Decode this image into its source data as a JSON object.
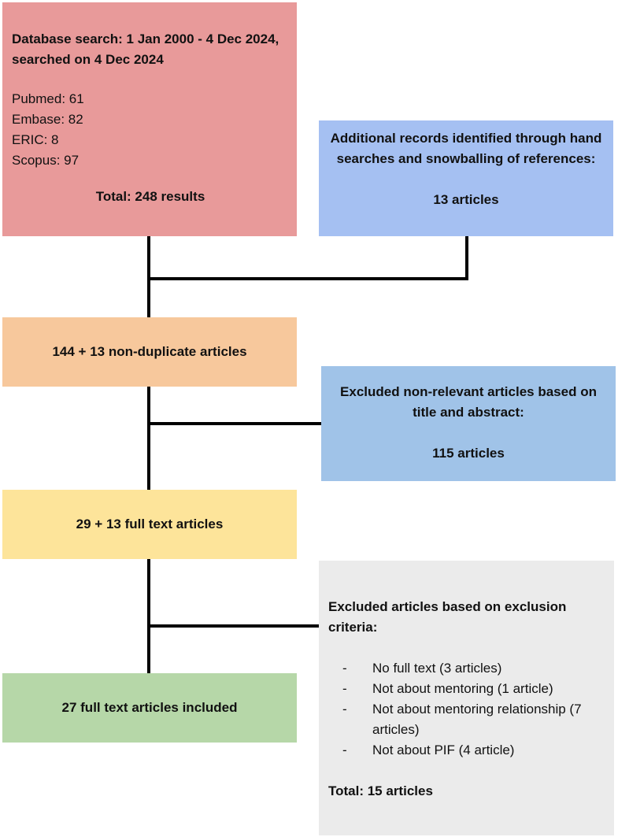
{
  "diagram": {
    "database_search": {
      "title": "Database search: 1 Jan 2000 - 4 Dec 2024, searched on 4 Dec 2024",
      "items": [
        "Pubmed: 61",
        "Embase: 82",
        "ERIC: 8",
        "Scopus: 97"
      ],
      "total": "Total: 248 results"
    },
    "additional_records": {
      "title": "Additional records identified through hand searches and snowballing of references:",
      "count": "13 articles"
    },
    "non_duplicate": {
      "label": "144 + 13 non-duplicate articles"
    },
    "excluded_title_abstract": {
      "title": "Excluded non-relevant articles based on title and abstract:",
      "count": "115 articles"
    },
    "full_text": {
      "label": "29 + 13 full text articles"
    },
    "excluded_criteria": {
      "title": "Excluded articles based on exclusion criteria:",
      "items": [
        "No full text (3 articles)",
        "Not about mentoring (1 article)",
        "Not about mentoring relationship (7 articles)",
        "Not about PIF (4 article)"
      ],
      "bullet": "-",
      "total": "Total: 15 articles"
    },
    "included": {
      "label": "27 full text articles included"
    }
  }
}
